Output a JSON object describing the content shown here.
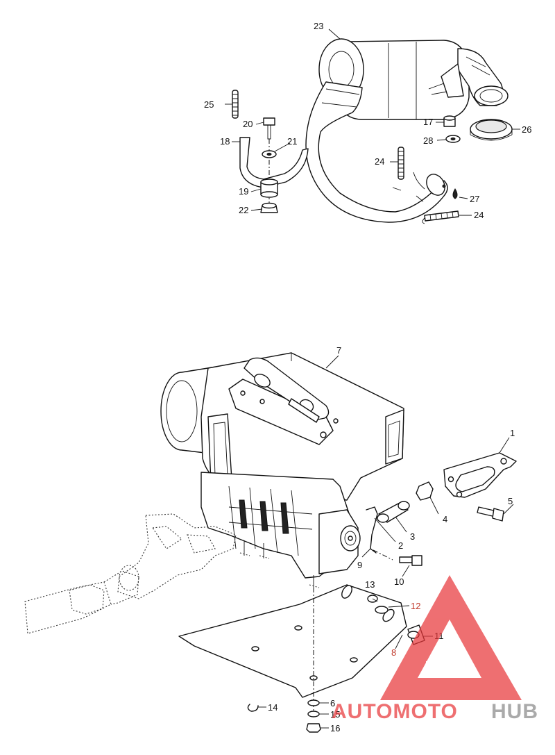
{
  "labels": {
    "l1": "1",
    "l2": "2",
    "l3": "3",
    "l4": "4",
    "l5": "5",
    "l6": "6",
    "l7": "7",
    "l8": "8",
    "l9": "9",
    "l10": "10",
    "l11": "11",
    "l12": "12",
    "l13": "13",
    "l14": "14",
    "l15": "15",
    "l16": "16",
    "l17": "17",
    "l18": "18",
    "l19": "19",
    "l20": "20",
    "l21": "21",
    "l22": "22",
    "l23": "23",
    "l24a": "24",
    "l24b": "24",
    "l25": "25",
    "l26": "26",
    "l27": "27",
    "l28": "28"
  },
  "watermark": {
    "part1": "AUTOMOTO",
    "part2": "HUB",
    "color_red": "#e8383b",
    "color_gray": "#8a8a8a"
  }
}
